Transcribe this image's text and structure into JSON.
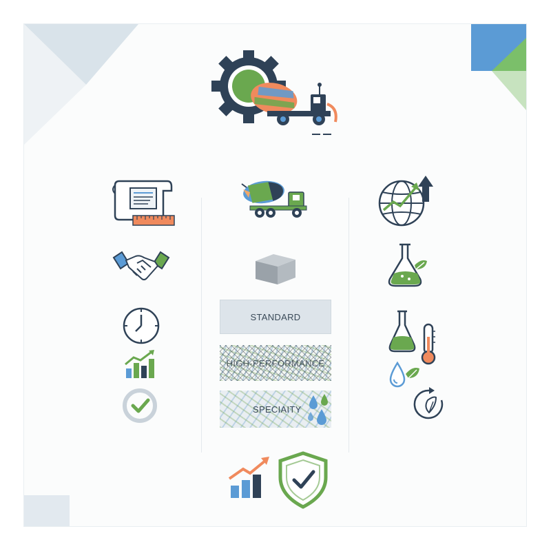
{
  "colors": {
    "navy": "#2f4257",
    "green": "#6aa84f",
    "blue": "#5b9bd5",
    "orange": "#f08a5d",
    "gray": "#c9d2da",
    "background": "#fbfcfc"
  },
  "header": {
    "icon": "gear-mixer-truck-icon"
  },
  "left_column": {
    "icons": [
      "contract-blueprint-icon",
      "handshake-icon",
      "clock-icon",
      "growth-bar-chart-icon",
      "check-circle-icon"
    ]
  },
  "center_column": {
    "icons": [
      "mixer-truck-icon",
      "concrete-block-icon",
      "water-drops-icon"
    ],
    "tiers": {
      "standard": "STANDARD",
      "high_performance": "HIGH-PERFORMANCE",
      "specialty": "SPECIAITY"
    }
  },
  "right_column": {
    "icons": [
      "globe-growth-icon",
      "eco-flask-icon",
      "flask-icon",
      "thermometer-icon",
      "leaf-drop-icon",
      "recycle-leaf-icon"
    ]
  },
  "footer": {
    "icons": [
      "growth-arrow-chart-icon",
      "shield-check-icon"
    ]
  }
}
